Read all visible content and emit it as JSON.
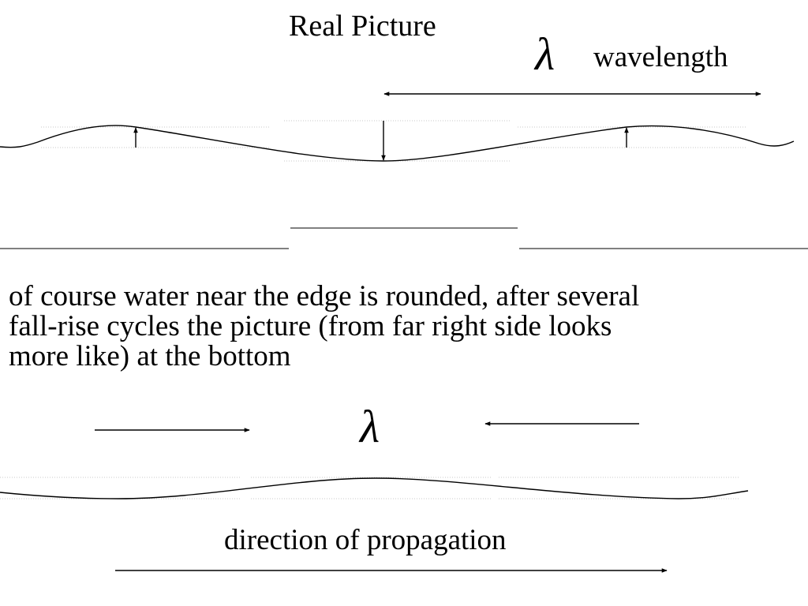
{
  "title": "Real Picture",
  "lambda_symbol": "λ",
  "wavelength_label": "wavelength",
  "paragraph_lines": [
    "of course water near the edge is rounded, after several",
    "fall-rise cycles the picture (from far right side looks",
    "more like) at the bottom"
  ],
  "direction_label": "direction of propagation",
  "colors": {
    "ink": "#000000",
    "guide": "#c8c8c8",
    "background": "#ffffff"
  }
}
